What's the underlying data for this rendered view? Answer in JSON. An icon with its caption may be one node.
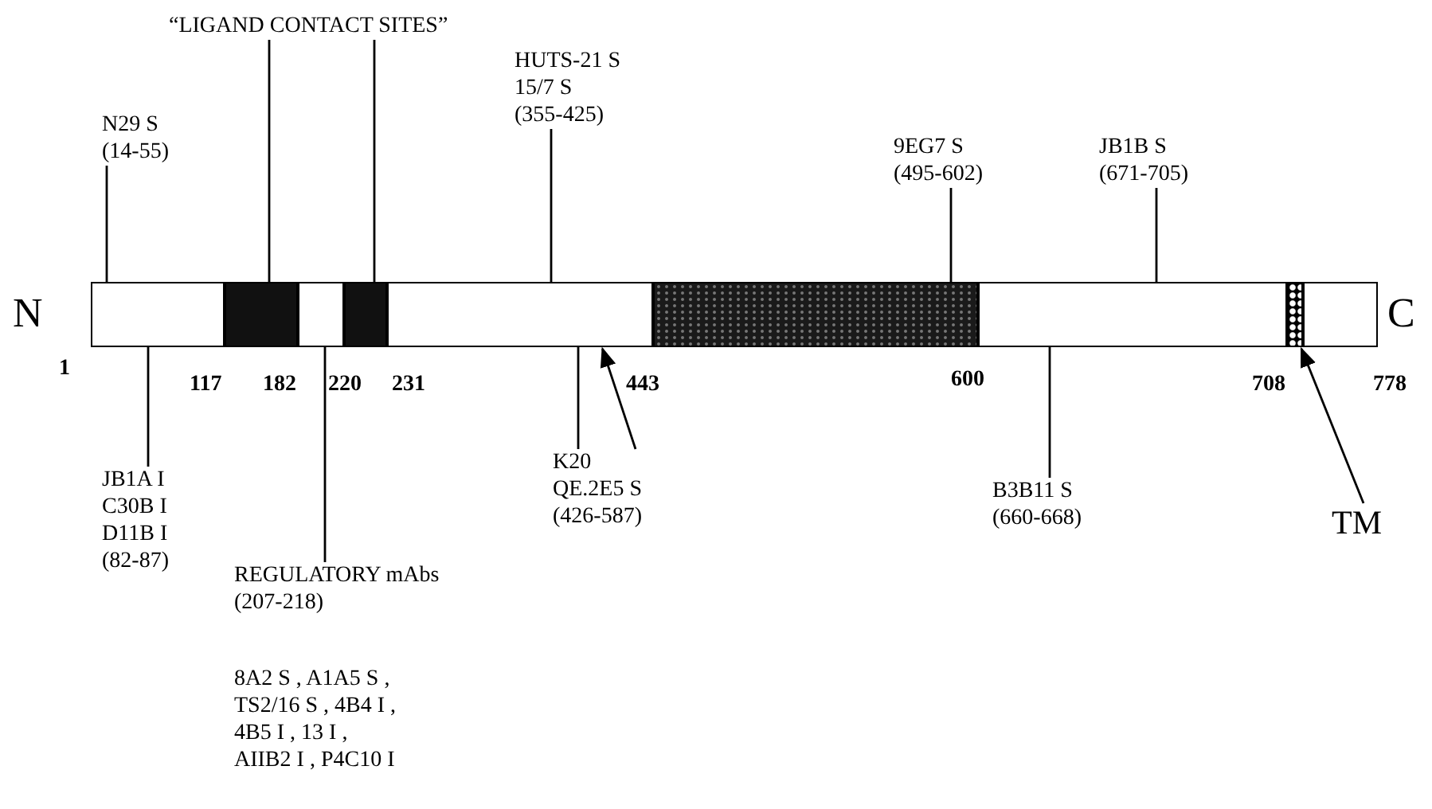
{
  "diagram": {
    "nodes": [
      {
        "text": [
          "“LIGAND CONTACT SITES”"
        ]
      },
      {
        "text": [
          "N29 S (14-55)"
        ]
      },
      {
        "text": [
          "HUTS-21 S 15/7 S (355-425)"
        ]
      },
      {
        "text": [
          "9EG7 S (495-602)"
        ]
      },
      {
        "text": [
          "JB1B S (671-705)"
        ]
      },
      {
        "text": [],
        "shape": "bar"
      },
      {
        "text": [],
        "shape": "bar"
      },
      {
        "text": [],
        "shape": "bar"
      },
      {
        "text": [],
        "shape": "bar"
      },
      {
        "text": [],
        "shape": "bar"
      },
      {
        "text": [],
        "shape": "bar"
      },
      {
        "text": [],
        "shape": "bar"
      },
      {
        "text": [],
        "shape": "bar"
      },
      {
        "text": [],
        "shape": "bar"
      },
      {
        "text": [
          "JB1A I C30B I D11B I (82-87)"
        ]
      },
      {
        "text": [
          "REGULATORY mAbs (207-218)",
          "8A2 S , A1A5 S , TS2/16 S , 4B4 I , 4B5 I , 13 I , AIIB2 I , P4C10 I"
        ]
      },
      {
        "text": [
          "K20 QE.2E5 S (426-587)"
        ]
      },
      {
        "text": [
          "B3B11 S (660-668)"
        ]
      },
      {
        "text": [
          "TM"
        ]
      }
    ],
    "edges": [
      {
        "from": 0,
        "to": 6,
        "arrow": "none"
      },
      {
        "from": 0,
        "to": 8,
        "arrow": "none"
      },
      {
        "from": 1,
        "to": 5,
        "arrow": "none"
      },
      {
        "from": 2,
        "to": 9,
        "arrow": "none"
      },
      {
        "from": 3,
        "to": 10,
        "arrow": "none"
      },
      {
        "from": 4,
        "to": 11,
        "arrow": "none"
      },
      {
        "from": 14,
        "to": 5,
        "arrow": "none"
      },
      {
        "from": 15,
        "to": 7,
        "arrow": "none"
      },
      {
        "from": 16,
        "to": 9,
        "arrow": "none"
      },
      {
        "from": 17,
        "to": 11,
        "arrow": "none"
      },
      {
        "from": 18,
        "to": 12,
        "arrow": "to"
      },
      {
        "from": 16,
        "to": 9,
        "arrow": "to"
      }
    ],
    "labels": [
      "N",
      "C",
      "1",
      "117",
      "182",
      "220",
      "231",
      "443",
      "600",
      "708",
      "778"
    ]
  }
}
